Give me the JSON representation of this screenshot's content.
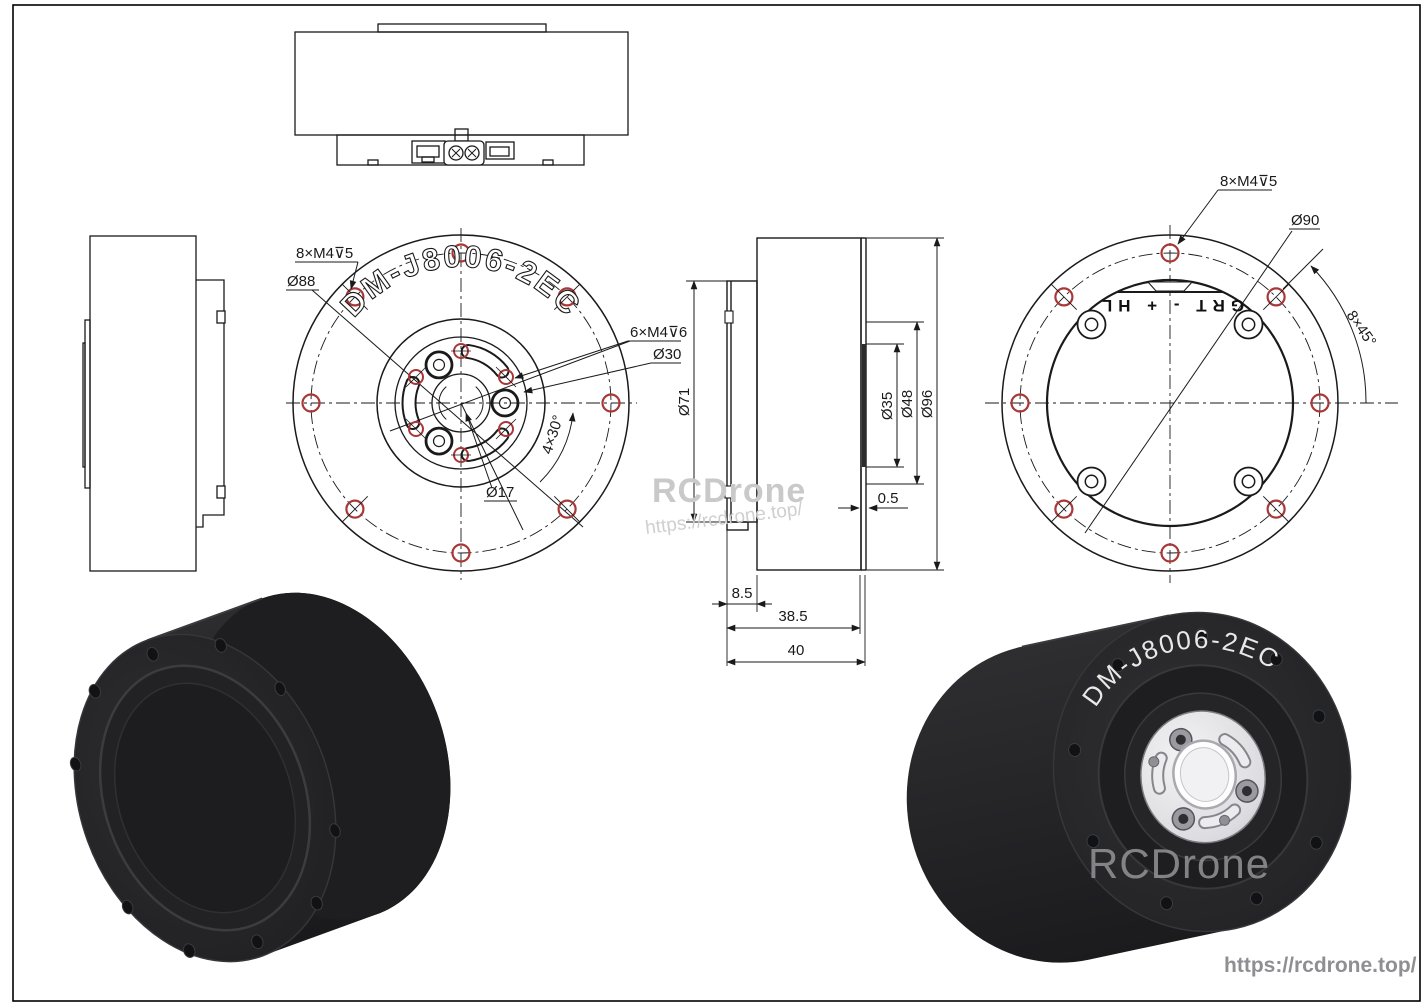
{
  "model": "DM-J8006-2EC",
  "front_view": {
    "bolt_spec": "8×M4⊽5",
    "bolt_circle_dia": "Ø88",
    "hub_spec": "6×M4⊽6",
    "hub_circle_dia": "Ø30",
    "bore_dia": "Ø17",
    "angle_spacing": "4×30°",
    "model_label": "DM-J8006-2EC"
  },
  "section_view": {
    "dia_71": "Ø71",
    "dia_35": "Ø35",
    "dia_48": "Ø48",
    "dia_96": "Ø96",
    "gap": "0.5",
    "flange_offset": "8.5",
    "body_depth": "38.5",
    "total_depth": "40"
  },
  "back_view": {
    "bolt_spec": "8×M4⊽5",
    "mount_circle_dia": "Ø90",
    "angle_spacing": "8×45°",
    "rotor_label": "GRT - + HL"
  },
  "render_right": {
    "model_label": "DM-J8006-2EC",
    "watermark": "RCDrone"
  },
  "watermark": {
    "brand": "RCDrone",
    "url": "https://rcdrone.top/"
  },
  "footer": {
    "url": "https://rcdrone.top/"
  },
  "colors": {
    "line": "#1a1a1a",
    "hole_accent": "#a83838",
    "watermark_gray": "#c9c9c9",
    "render_body": "#242427"
  }
}
